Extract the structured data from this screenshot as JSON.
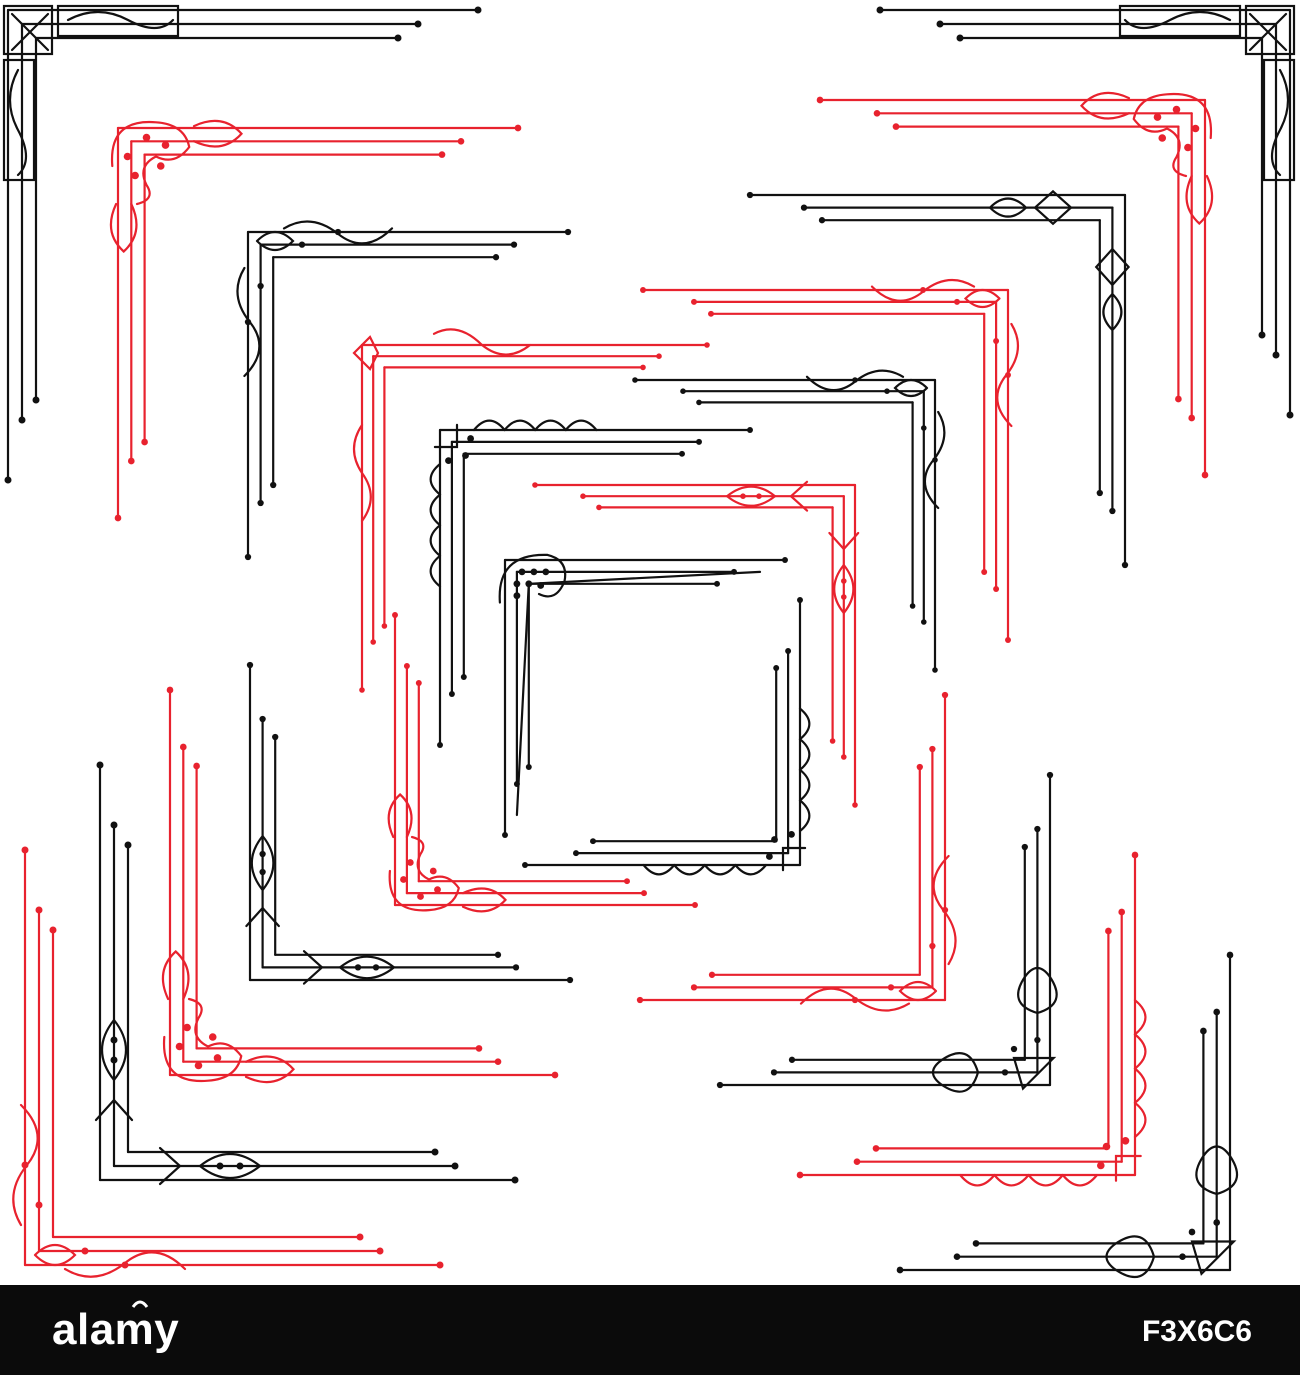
{
  "footer": {
    "brand": "alamy",
    "stock_id": "F3X6C6"
  },
  "palette": {
    "black": "#111111",
    "red": "#e8222e",
    "background": "#ffffff",
    "footer": "#0b0b0b"
  },
  "corners": [
    {
      "name": "corner-top-left-black",
      "color": "black"
    },
    {
      "name": "corner-top-left-red",
      "color": "red"
    },
    {
      "name": "corner-top-left-black-2",
      "color": "black"
    },
    {
      "name": "corner-top-left-red-2",
      "color": "red"
    },
    {
      "name": "corner-top-left-black-3",
      "color": "black"
    },
    {
      "name": "corner-top-left-black-4",
      "color": "black"
    },
    {
      "name": "corner-top-right-black",
      "color": "black"
    },
    {
      "name": "corner-top-right-red",
      "color": "red"
    },
    {
      "name": "corner-top-right-black-2",
      "color": "black"
    },
    {
      "name": "corner-top-right-red-2",
      "color": "red"
    },
    {
      "name": "corner-top-right-black-3",
      "color": "black"
    },
    {
      "name": "corner-top-right-red-3",
      "color": "red"
    },
    {
      "name": "corner-bottom-right-black",
      "color": "black"
    },
    {
      "name": "corner-bottom-left-red",
      "color": "red"
    },
    {
      "name": "corner-bottom-left-black",
      "color": "black"
    },
    {
      "name": "corner-bottom-left-red-2",
      "color": "red"
    },
    {
      "name": "corner-bottom-left-black-2",
      "color": "black"
    },
    {
      "name": "corner-bottom-left-red-3",
      "color": "red"
    },
    {
      "name": "corner-bottom-right-red",
      "color": "red"
    },
    {
      "name": "corner-bottom-right-black-2",
      "color": "black"
    },
    {
      "name": "corner-bottom-right-red-2",
      "color": "red"
    },
    {
      "name": "corner-bottom-right-black-3",
      "color": "black"
    }
  ]
}
